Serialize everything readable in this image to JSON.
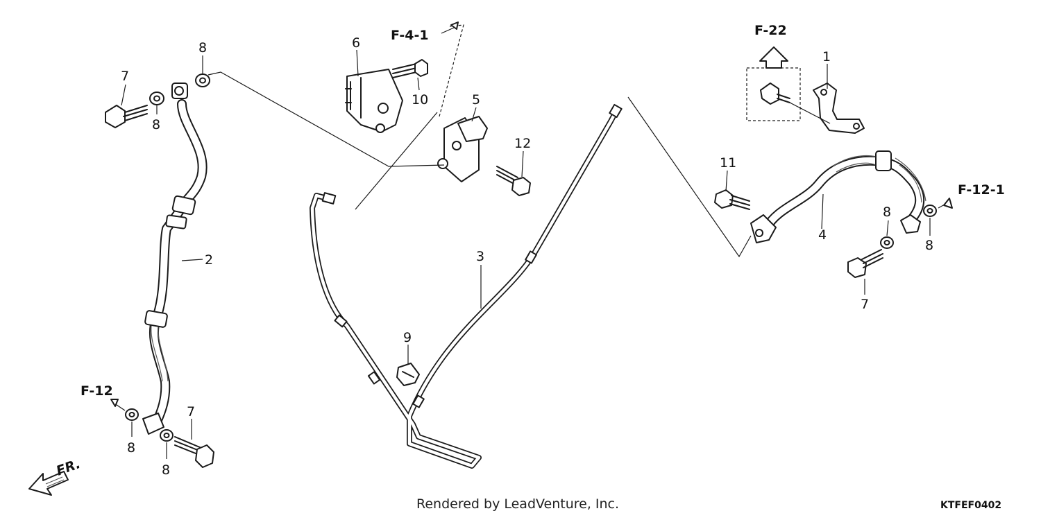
{
  "callouts": [
    {
      "id": "c1",
      "text": "1"
    },
    {
      "id": "c2",
      "text": "2"
    },
    {
      "id": "c3",
      "text": "3"
    },
    {
      "id": "c4",
      "text": "4"
    },
    {
      "id": "c5",
      "text": "5"
    },
    {
      "id": "c6",
      "text": "6"
    },
    {
      "id": "c7a",
      "text": "7"
    },
    {
      "id": "c7b",
      "text": "7"
    },
    {
      "id": "c7c",
      "text": "7"
    },
    {
      "id": "c8a",
      "text": "8"
    },
    {
      "id": "c8b",
      "text": "8"
    },
    {
      "id": "c8c",
      "text": "8"
    },
    {
      "id": "c8d",
      "text": "8"
    },
    {
      "id": "c8e",
      "text": "8"
    },
    {
      "id": "c8f",
      "text": "8"
    },
    {
      "id": "c9",
      "text": "9"
    },
    {
      "id": "c10",
      "text": "10"
    },
    {
      "id": "c11",
      "text": "11"
    },
    {
      "id": "c12",
      "text": "12"
    }
  ],
  "references": {
    "f41": "F-4-1",
    "f22": "F-22",
    "f121": "F-12-1",
    "f12": "F-12",
    "fr": "FR."
  },
  "footer": {
    "credit": "Rendered by LeadVenture, Inc.",
    "code": "KTFEF0402"
  }
}
